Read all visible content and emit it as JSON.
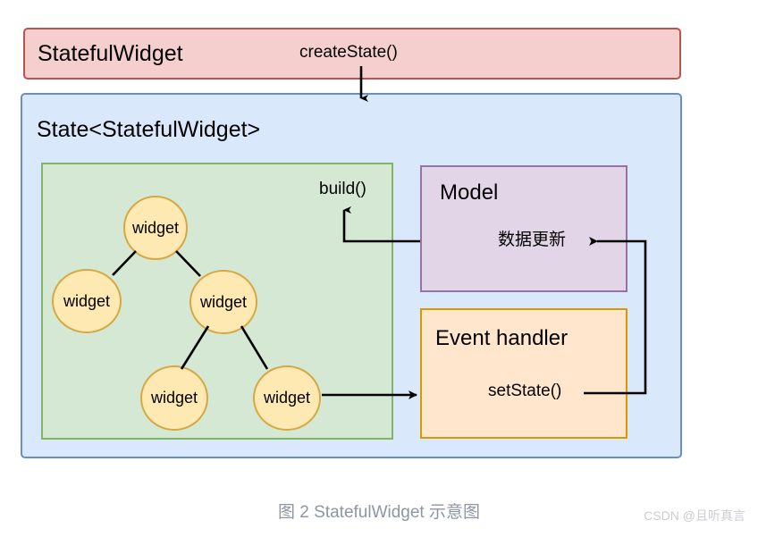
{
  "diagram": {
    "title_caption": "图 2 StatefulWidget 示意图",
    "watermark": "CSDN @且听真言",
    "boxes": {
      "stateful_widget": {
        "label": "StatefulWidget",
        "fill": "#f5cfcd",
        "stroke": "#b85450"
      },
      "state": {
        "label": "State<StatefulWidget>",
        "fill": "#dae8fc",
        "stroke": "#6c8ebf"
      },
      "widget_tree": {
        "label": "",
        "fill": "#d5e8d4",
        "stroke": "#82b366"
      },
      "model": {
        "label": "Model",
        "fill": "#e1d5e7",
        "stroke": "#9673a6"
      },
      "event_handler": {
        "label": "Event handler",
        "fill": "#ffe6cc",
        "stroke": "#d79b00"
      }
    },
    "edge_labels": {
      "create_state": "createState()",
      "build": "build()",
      "data_update": "数据更新",
      "set_state": "setState()"
    },
    "widget_nodes": [
      {
        "id": "root",
        "label": "widget"
      },
      {
        "id": "left",
        "label": "widget"
      },
      {
        "id": "mid",
        "label": "widget"
      },
      {
        "id": "ll",
        "label": "widget"
      },
      {
        "id": "lr",
        "label": "widget"
      }
    ],
    "node_style": {
      "fill": "#ffe9b3",
      "stroke": "#d6a843"
    },
    "connector_color": "#000000",
    "caption_color": "#8e96a3",
    "watermark_color": "#c9ccd2"
  }
}
